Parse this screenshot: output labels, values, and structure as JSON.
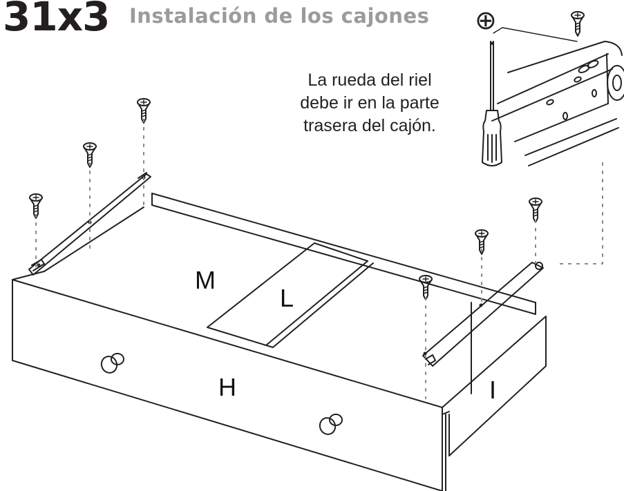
{
  "step": {
    "number": "31",
    "multiplier": "x3",
    "title": "Instalación de los cajones"
  },
  "tool_symbol": "⊕",
  "note": {
    "lines": [
      "La rueda del riel",
      "debe ir en la parte",
      "trasera del cajón."
    ]
  },
  "parts": {
    "m": "M",
    "l": "L",
    "h": "H",
    "i": "I"
  },
  "icons": [
    "phillips-screwdriver-icon",
    "screw-icon",
    "drawer-rail-icon",
    "drawer-knob-icon"
  ],
  "colors": {
    "ink": "#231f20",
    "title_gray": "#9b9b9b",
    "dash_gray": "#8a8a8a"
  }
}
